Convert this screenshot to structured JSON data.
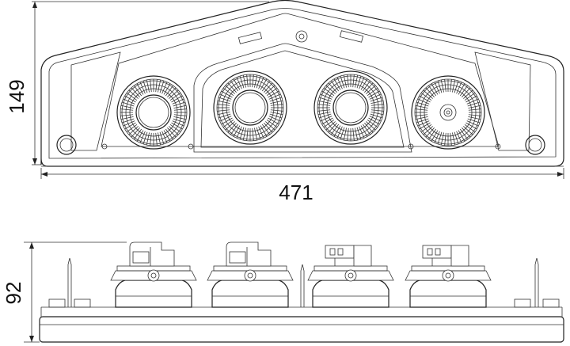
{
  "dimensions": {
    "height_top": "149",
    "width": "471",
    "height_side": "92"
  },
  "colors": {
    "line": "#222222",
    "background": "#ffffff"
  },
  "views": [
    "front-view",
    "side-view"
  ],
  "lamp_count": 4
}
